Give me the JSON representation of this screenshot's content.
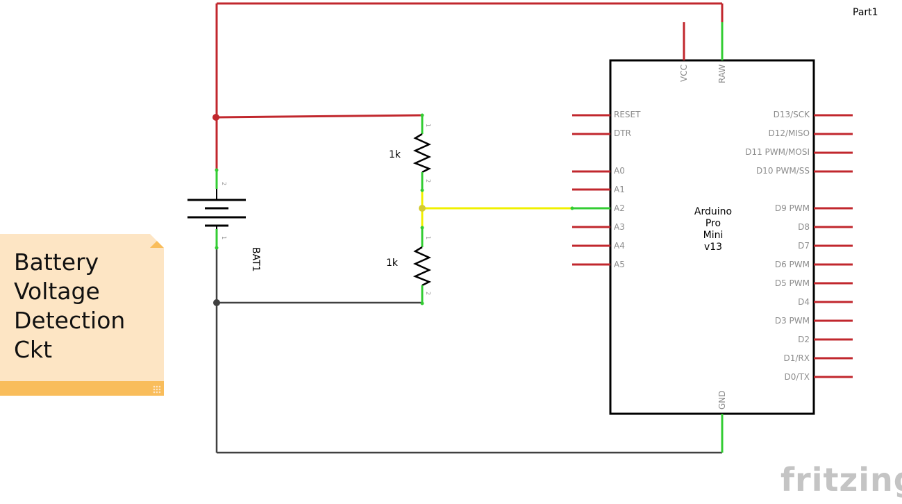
{
  "part_label": "Part1",
  "battery": {
    "label": "BAT1",
    "pin_top": "2",
    "pin_bottom": "1"
  },
  "resistors": [
    {
      "value": "1k",
      "pin_top": "1",
      "pin_bottom": "2"
    },
    {
      "value": "1k",
      "pin_top": "1",
      "pin_bottom": "2"
    }
  ],
  "arduino": {
    "title_lines": [
      "Arduino",
      "Pro",
      "Mini",
      "v13"
    ],
    "top_pins": [
      "VCC",
      "RAW"
    ],
    "bottom_pin": "GND",
    "left_pins": [
      "RESET",
      "DTR",
      "A0",
      "A1",
      "A2",
      "A3",
      "A4",
      "A5"
    ],
    "right_pins": [
      "D13/SCK",
      "D12/MISO",
      "D11 PWM/MOSI",
      "D10 PWM/SS",
      "D9 PWM",
      "D8",
      "D7",
      "D6 PWM",
      "D5 PWM",
      "D4",
      "D3 PWM",
      "D2",
      "D1/RX",
      "D0/TX"
    ]
  },
  "note": {
    "lines": [
      "Battery",
      "Voltage",
      "Detection",
      "Ckt"
    ]
  },
  "brand": "fritzing",
  "colors": {
    "wire_power": "#c1272d",
    "wire_ground": "#404040",
    "wire_signal": "#f0f000",
    "pin_connected": "#33cc33",
    "pin_unconnected": "#c1272d"
  }
}
